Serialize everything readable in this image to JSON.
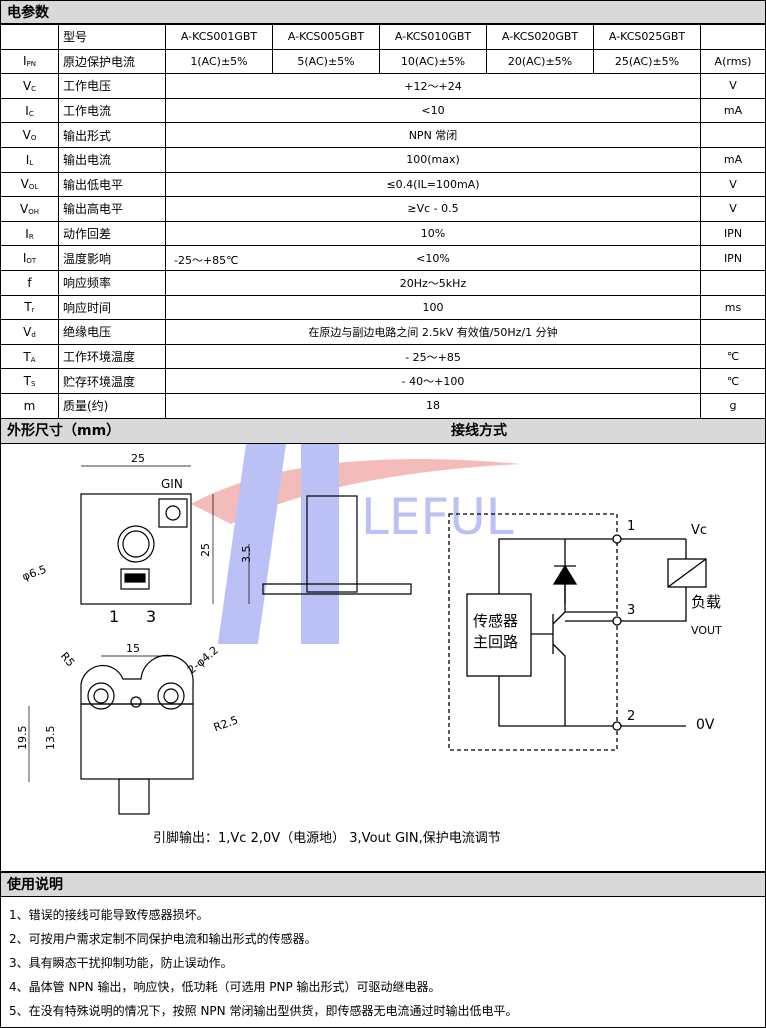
{
  "sections": {
    "params": "电参数",
    "dims": "外形尺寸（mm）",
    "wiring": "接线方式",
    "usage": "使用说明"
  },
  "table": {
    "models": [
      "A-KCS001GBT",
      "A-KCS005GBT",
      "A-KCS010GBT",
      "A-KCS020GBT",
      "A-KCS025GBT"
    ],
    "model_label": "型号",
    "ipn": {
      "sym": "I",
      "sub": "PN",
      "name": "原边保护电流",
      "values": [
        "1(AC)±5%",
        "5(AC)±5%",
        "10(AC)±5%",
        "20(AC)±5%",
        "25(AC)±5%"
      ],
      "unit": "A(rms)"
    },
    "rows": [
      {
        "sym": "V",
        "sub": "C",
        "name": "工作电压",
        "value": "+12～+24",
        "unit": "V"
      },
      {
        "sym": "I",
        "sub": "C",
        "name": "工作电流",
        "value": "<10",
        "unit": "mA"
      },
      {
        "sym": "V",
        "sub": "O",
        "name": "输出形式",
        "value": "NPN 常闭",
        "unit": ""
      },
      {
        "sym": "I",
        "sub": "L",
        "name": "输出电流",
        "value": "100(max)",
        "unit": "mA"
      },
      {
        "sym": "V",
        "sub": "OL",
        "name": "输出低电平",
        "value": "≤0.4(IL=100mA)",
        "unit": "V"
      },
      {
        "sym": "V",
        "sub": "OH",
        "name": "输出高电平",
        "value": "≥Vc - 0.5",
        "unit": "V"
      },
      {
        "sym": "I",
        "sub": "R",
        "name": "动作回差",
        "value": "10%",
        "unit": "IPN"
      },
      {
        "sym": "I",
        "sub": "OT",
        "name": "温度影响",
        "cond": "-25～+85℃",
        "value": "<10%",
        "unit": "IPN"
      },
      {
        "sym": "f",
        "sub": "",
        "name": "响应频率",
        "value": "20Hz～5kHz",
        "unit": ""
      },
      {
        "sym": "T",
        "sub": "r",
        "name": "响应时间",
        "value": "100",
        "unit": "ms"
      },
      {
        "sym": "V",
        "sub": "d",
        "name": "绝缘电压",
        "value": "在原边与副边电路之间 2.5kV 有效值/50Hz/1 分钟",
        "unit": ""
      },
      {
        "sym": "T",
        "sub": "A",
        "name": "工作环境温度",
        "value": "- 25～+85",
        "unit": "℃"
      },
      {
        "sym": "T",
        "sub": "S",
        "name": "贮存环境温度",
        "value": "- 40～+100",
        "unit": "℃"
      },
      {
        "sym": "m",
        "sub": "",
        "name": "质量(约)",
        "value": "18",
        "unit": "g"
      }
    ]
  },
  "drawing": {
    "w25": "25",
    "h25": "25",
    "h35": "3.5",
    "dia": "φ6.5",
    "gin": "GIN",
    "p1": "1",
    "p3": "3",
    "w15": "15",
    "r5": "R5",
    "holes": "2-φ4.2",
    "r25": "R2.5",
    "h195": "19.5",
    "h135": "13.5",
    "pin_caption": "引脚输出：1,Vc    2,0V（电源地）  3,Vout   GIN,保护电流调节"
  },
  "circuit": {
    "block": [
      "传感器",
      "主回路"
    ],
    "pin1": "1",
    "pin2": "2",
    "pin3": "3",
    "vc": "Vc",
    "load": "负载",
    "vout": "VOUT",
    "ov": "0V"
  },
  "watermark": "LEFUL",
  "notes": [
    "1、错误的接线可能导致传感器损坏。",
    "2、可按用户需求定制不同保护电流和输出形式的传感器。",
    "3、具有瞬态干扰抑制功能，防止误动作。",
    "4、晶体管 NPN 输出，响应快，低功耗（可选用 PNP 输出形式）可驱动继电器。",
    "5、在没有特殊说明的情况下，按照 NPN 常闭输出型供货，即传感器无电流通过时输出低电平。"
  ]
}
